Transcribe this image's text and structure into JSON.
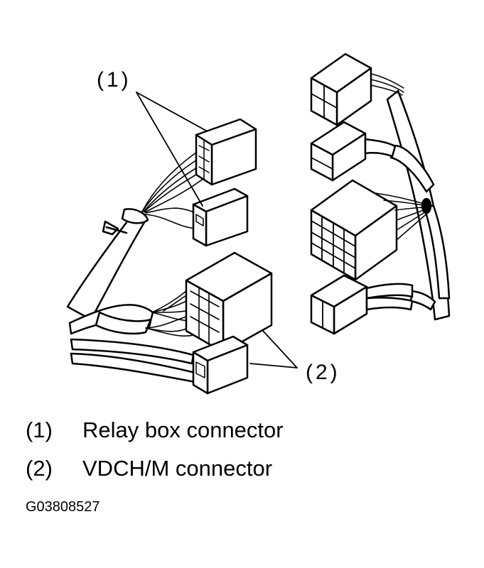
{
  "callouts": {
    "one": "(1)",
    "two": "(2)"
  },
  "legend": [
    {
      "number": "(1)",
      "text": "Relay box connector"
    },
    {
      "number": "(2)",
      "text": "VDCH/M connector"
    }
  ],
  "figure_code": "G03808527"
}
